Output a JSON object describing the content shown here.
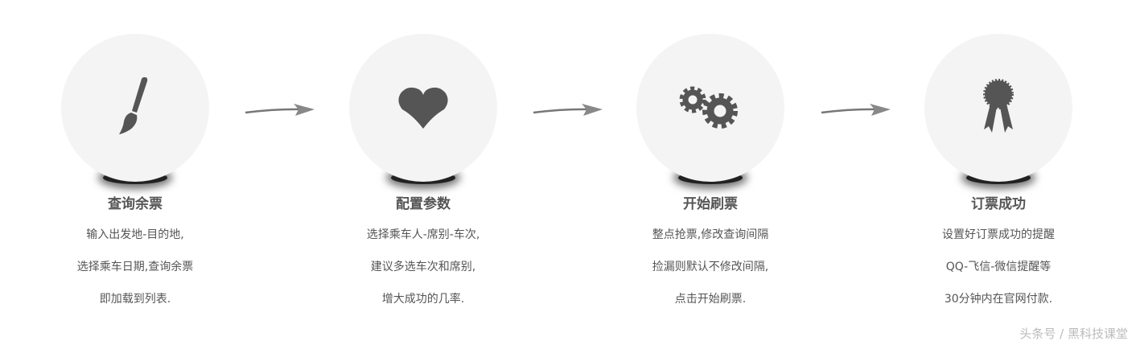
{
  "steps": [
    {
      "title": "查询余票",
      "icon": "paintbrush-icon",
      "lines": [
        "输入出发地-目的地,",
        "选择乘车日期,查询余票",
        "即加载到列表."
      ]
    },
    {
      "title": "配置参数",
      "icon": "heart-icon",
      "lines": [
        "选择乘车人-席别-车次,",
        "建议多选车次和席别,",
        "增大成功的几率."
      ]
    },
    {
      "title": "开始刷票",
      "icon": "gears-icon",
      "lines": [
        "整点抢票,修改查询间隔",
        "捡漏则默认不修改间隔,",
        "点击开始刷票."
      ]
    },
    {
      "title": "订票成功",
      "icon": "award-ribbon-icon",
      "lines": [
        "设置好订票成功的提醒",
        "QQ-飞信-微信提醒等",
        "30分钟内在官网付款."
      ]
    }
  ],
  "watermark": "头条号 / 黑科技课堂",
  "colors": {
    "icon": "#555555",
    "circle": "#f4f4f4"
  }
}
